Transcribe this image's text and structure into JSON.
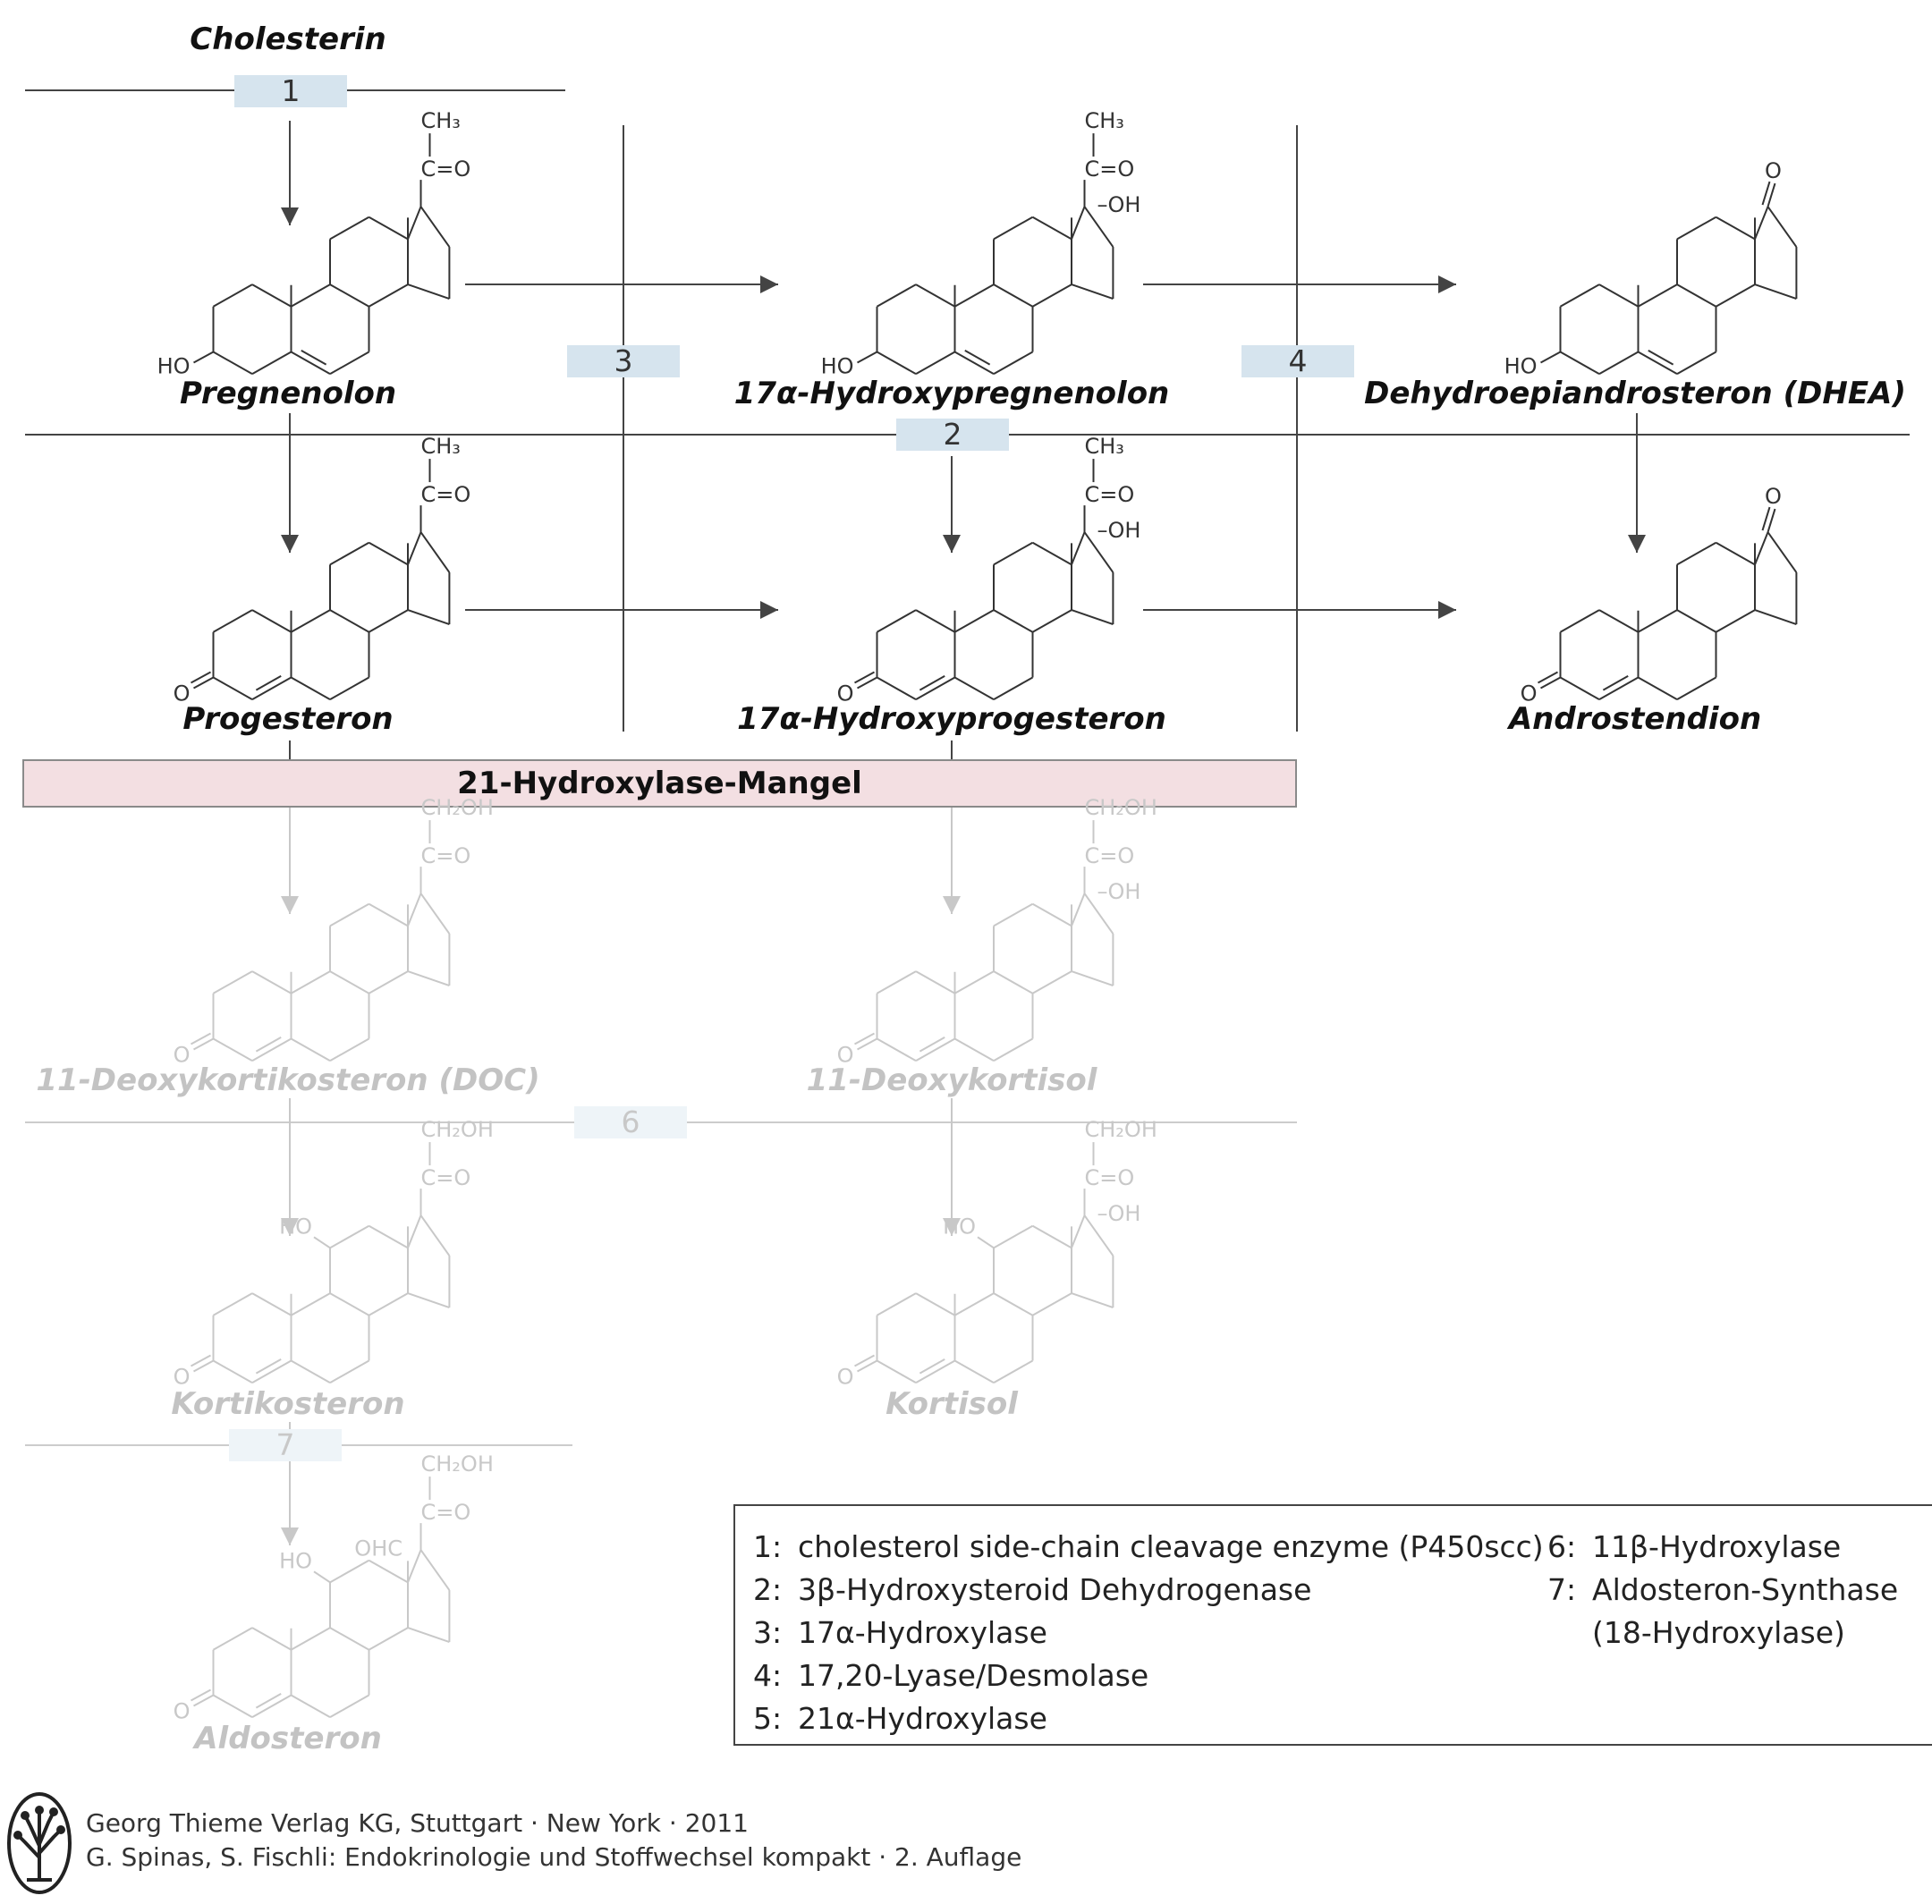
{
  "diagram": {
    "start": "Cholesterin",
    "compounds": [
      {
        "id": "pregnenolon",
        "name": "Pregnenolon",
        "faded": false
      },
      {
        "id": "hydroxypregnenolon",
        "name": "17α-Hydroxypregnenolon",
        "faded": false
      },
      {
        "id": "dhea",
        "name": "Dehydroepiandrosteron (DHEA)",
        "faded": false
      },
      {
        "id": "progesteron",
        "name": "Progesteron",
        "faded": false
      },
      {
        "id": "hydroxyprogesteron",
        "name": "17α-Hydroxyprogesteron",
        "faded": false
      },
      {
        "id": "androstendion",
        "name": "Androstendion",
        "faded": false
      },
      {
        "id": "doc",
        "name": "11-Deoxykortikosteron (DOC)",
        "faded": true
      },
      {
        "id": "deoxykortisol",
        "name": "11-Deoxykortisol",
        "faded": true
      },
      {
        "id": "kortikosteron",
        "name": "Kortikosteron",
        "faded": true
      },
      {
        "id": "kortisol",
        "name": "Kortisol",
        "faded": true
      },
      {
        "id": "aldosteron",
        "name": "Aldosteron",
        "faded": true
      }
    ],
    "enzyme_steps": [
      {
        "id": "e1",
        "label": "1",
        "faded": false
      },
      {
        "id": "e2",
        "label": "2",
        "faded": false
      },
      {
        "id": "e3",
        "label": "3",
        "faded": false
      },
      {
        "id": "e4",
        "label": "4",
        "faded": false
      },
      {
        "id": "e6",
        "label": "6",
        "faded": true
      },
      {
        "id": "e7",
        "label": "7",
        "faded": true
      }
    ],
    "deficiency_label": "21-Hydroxylase-Mangel",
    "substituents": {
      "ch3": "CH₃",
      "ch2oh": "CH₂OH",
      "co": "C=O",
      "oh_right": "–OH",
      "ho": "HO",
      "o": "O",
      "ohc": "OHC"
    }
  },
  "legend": {
    "left": [
      {
        "num": "1:",
        "text": "cholesterol side-chain cleavage enzyme (P450scc)"
      },
      {
        "num": "2:",
        "text": "3β-Hydroxysteroid Dehydrogenase"
      },
      {
        "num": "3:",
        "text": "17α-Hydroxylase"
      },
      {
        "num": "4:",
        "text": "17,20-Lyase/Desmolase"
      },
      {
        "num": "5:",
        "text": "21α-Hydroxylase"
      }
    ],
    "right": [
      {
        "num": "6:",
        "text": "11β-Hydroxylase"
      },
      {
        "num": "7:",
        "text": "Aldosteron-Synthase"
      },
      {
        "num": "",
        "text": "(18-Hydroxylase)"
      }
    ]
  },
  "footer": {
    "line1": "Georg Thieme Verlag KG, Stuttgart · New York · 2011",
    "line2": "G. Spinas, S. Fischli: Endokrinologie und Stoffwechsel kompakt · 2. Auflage"
  },
  "colors": {
    "line": "#444444",
    "faded": "#c8c8c8",
    "enzyme_box": "#d6e4ee",
    "deficiency_box": "#f3dfe2"
  }
}
